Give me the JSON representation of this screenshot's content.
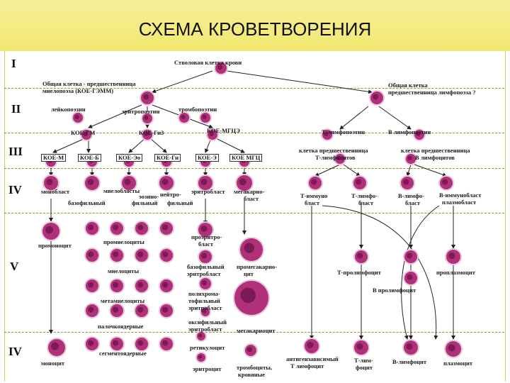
{
  "header": {
    "title": "СХЕМА КРОВЕТВОРЕНИЯ",
    "background": "#f3ea78"
  },
  "rows": [
    "I",
    "II",
    "III",
    "IV",
    "V",
    "IV"
  ],
  "labels": {
    "stem": "Стволовая клетка крови",
    "myeloid_a": "Общая клетка - предшественница",
    "myeloid_b": "миелопоэза (КОЕ-ГЭММ)",
    "lymphoid_a": "Общая клетка",
    "lymphoid_b": "предшественница лимфопоэза ?",
    "leukopoiesis": "лейкопоэзин",
    "erythropoiesis": "эритропоэтин",
    "thrombopoiesis": "тромбопоэтин",
    "koe_gm": "КОЕ-ГМ",
    "koe_gnz": "КОЕ-Гн3",
    "koe_mgce": "КОЕ-МГЦЭ",
    "t_lymphopoiesis": "Т-лимфопоэтин",
    "b_lymphopoiesis": "В лимфопоэтин",
    "koe_m": "КОЕ-М",
    "koe_b": "КОЕ-Б",
    "koe_eo": "КОЕ-Эо",
    "koe_gn": "КОЕ-Гн",
    "koe_e": "КОЕ-Э",
    "koe_mgc": "КОЕ МГЦ",
    "t_prec_a": "клетка предшественница",
    "t_prec_b": "Т-лимфоцитов",
    "b_prec_a": "клетка предшественница",
    "b_prec_b": "В лимфоцитов",
    "monoblast": "монобласт",
    "myeloblasts": "миелобласты",
    "eosino": "эозино-",
    "neutro": "нейтро-",
    "basophil": "базофильный",
    "philic1": "фильный",
    "philic2": "фильный",
    "erythroblast": "эритробласт",
    "megakaryo_a": "мегакарио-",
    "megakaryo_b": "бласт",
    "t_immuno_a": "Т-иммуно",
    "t_immuno_b": "бласт",
    "t_lympho_a": "Т-лимфо-",
    "t_lympho_b": "бласт",
    "b_lympho_a": "В-лимфо-",
    "b_lympho_b": "бласт",
    "b_immuno_a": "В-иммунобласт",
    "b_immuno_b": "плазмобласт",
    "promonocyte": "промоноцит",
    "promyelocytes": "промиелоциты",
    "proerythro_a": "проэритро-",
    "proerythro_b": "бласт",
    "myelocytes": "миелоциты",
    "baso_ery_a": "базофильный",
    "baso_ery_b": "эритробласт",
    "promegak_a": "промегакарио-",
    "promegak_b": "цит",
    "t_prolympho": "Т-пролимфоцит",
    "proplasmocyte": "проплазмоцит",
    "metamyelocytes": "метамиелоциты",
    "poly_a": "полихрома-",
    "poly_b": "тофильный",
    "poly_c": "эритробласт",
    "b_prolympho": "В пролимфоцит",
    "band": "палочкоядерные",
    "oxy_a": "оксифильный",
    "oxy_b": "эритробласт",
    "megakaryocyte": "мегакариоцит",
    "monocyte": "моноцит",
    "segmented": "сегментоядерные",
    "reticulocyte": "ретикулоцит",
    "erythrocyte": "эритроцит",
    "platelets_a": "тромбоциты,",
    "platelets_b": "кровяные",
    "ag_dep_a": "антигензависимый",
    "ag_dep_b": "Т лимфоцит",
    "t_lymphocyte_a": "Т-лим-",
    "t_lymphocyte_b": "фоцит",
    "b_lymphocyte": "В-лимфоцит",
    "plasmocyte": "плазмоцит"
  },
  "colors": {
    "cell_purple": "#b0307a",
    "cell_nucleus": "#7a1b55",
    "cell_halo": "#e8c7dd",
    "line": "#222222"
  }
}
